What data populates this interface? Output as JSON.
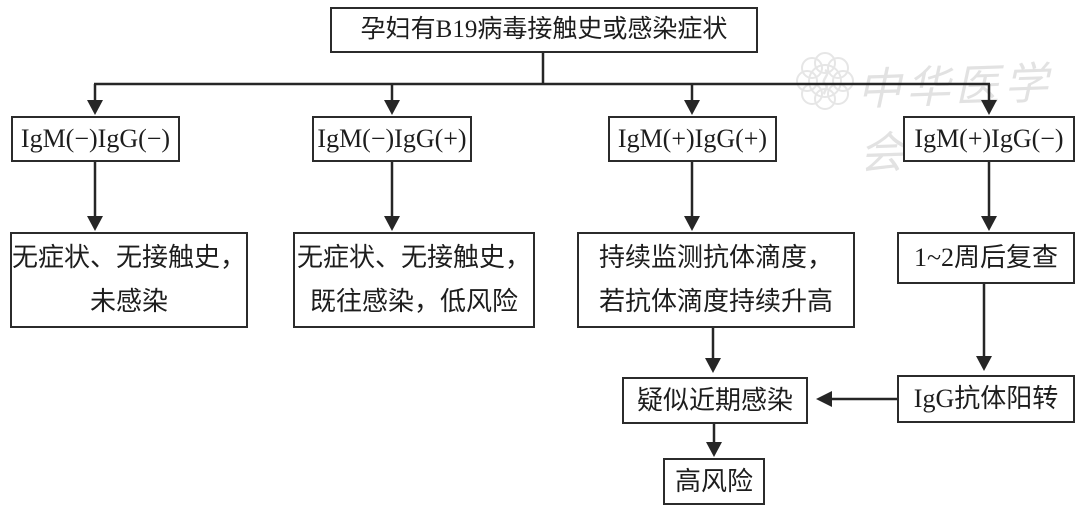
{
  "page": {
    "background_color": "#ffffff",
    "line_color": "#262626",
    "box_border_color": "#2b2b2b",
    "text_color": "#1d1d1d",
    "watermark_color": "#e2e2e2"
  },
  "flowchart": {
    "root": "孕妇有B19病毒接触史或感染症状",
    "branches": [
      {
        "test": "IgM(−)IgG(−)",
        "outcome": [
          "无症状、无接触史，",
          "未感染"
        ]
      },
      {
        "test": "IgM(−)IgG(+)",
        "outcome": [
          "无症状、无接触史，",
          "既往感染，低风险"
        ]
      },
      {
        "test": "IgM(+)IgG(+)",
        "outcome": [
          "持续监测抗体滴度，",
          "若抗体滴度持续升高"
        ]
      },
      {
        "test": "IgM(+)IgG(−)",
        "outcome": [
          "1~2周后复查"
        ]
      }
    ],
    "suspected_recent_infection": "疑似近期感染",
    "igg_seroconversion": "IgG抗体阳转",
    "high_risk": "高风险"
  },
  "watermark": {
    "organization": "中华医学会",
    "seal_icon": "chinese-medical-association-seal"
  }
}
